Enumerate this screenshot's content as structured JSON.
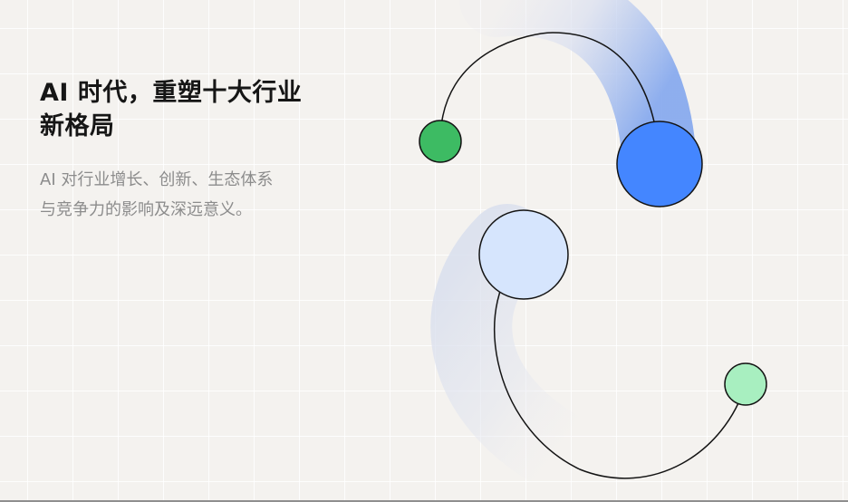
{
  "headline": {
    "line1": "AI 时代，重塑十大行业",
    "line2": "新格局"
  },
  "subtitle": {
    "line1": "AI 对行业增长、创新、生态体系",
    "line2": "与竞争力的影响及深远意义。"
  },
  "colors": {
    "background": "#f4f2ef",
    "headline": "#161616",
    "subtitle": "#8c8c8c",
    "node_green": "#3dbb63",
    "node_blue": "#4486ff",
    "node_light_blue": "#d6e5fd",
    "node_light_green": "#a8efc0",
    "ribbon_blue": "#8fb1ee",
    "ribbon_pale": "#dfe3ef"
  },
  "icons": {
    "decoration": "connected-arcs-illustration"
  }
}
